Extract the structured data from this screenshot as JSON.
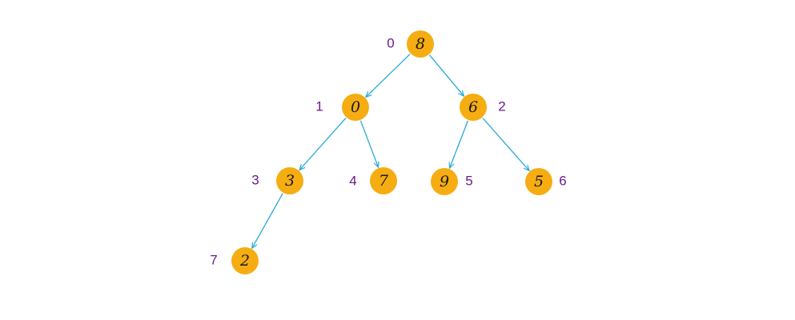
{
  "colors": {
    "node_fill": "#f5ad12",
    "edge": "#27a9d6",
    "index_label": "#6a1b8a",
    "value_text": "#1a1a1a"
  },
  "tree": {
    "nodes": [
      {
        "id": "n0",
        "index": "0",
        "value": "8"
      },
      {
        "id": "n1",
        "index": "1",
        "value": "0"
      },
      {
        "id": "n2",
        "index": "2",
        "value": "6"
      },
      {
        "id": "n3",
        "index": "3",
        "value": "3"
      },
      {
        "id": "n4",
        "index": "4",
        "value": "7"
      },
      {
        "id": "n5",
        "index": "5",
        "value": "9"
      },
      {
        "id": "n6",
        "index": "6",
        "value": "5"
      },
      {
        "id": "n7",
        "index": "7",
        "value": "2"
      }
    ],
    "edges": [
      {
        "from": "n0",
        "to": "n1"
      },
      {
        "from": "n0",
        "to": "n2"
      },
      {
        "from": "n1",
        "to": "n3"
      },
      {
        "from": "n1",
        "to": "n4"
      },
      {
        "from": "n2",
        "to": "n5"
      },
      {
        "from": "n2",
        "to": "n6"
      },
      {
        "from": "n3",
        "to": "n7"
      }
    ]
  }
}
